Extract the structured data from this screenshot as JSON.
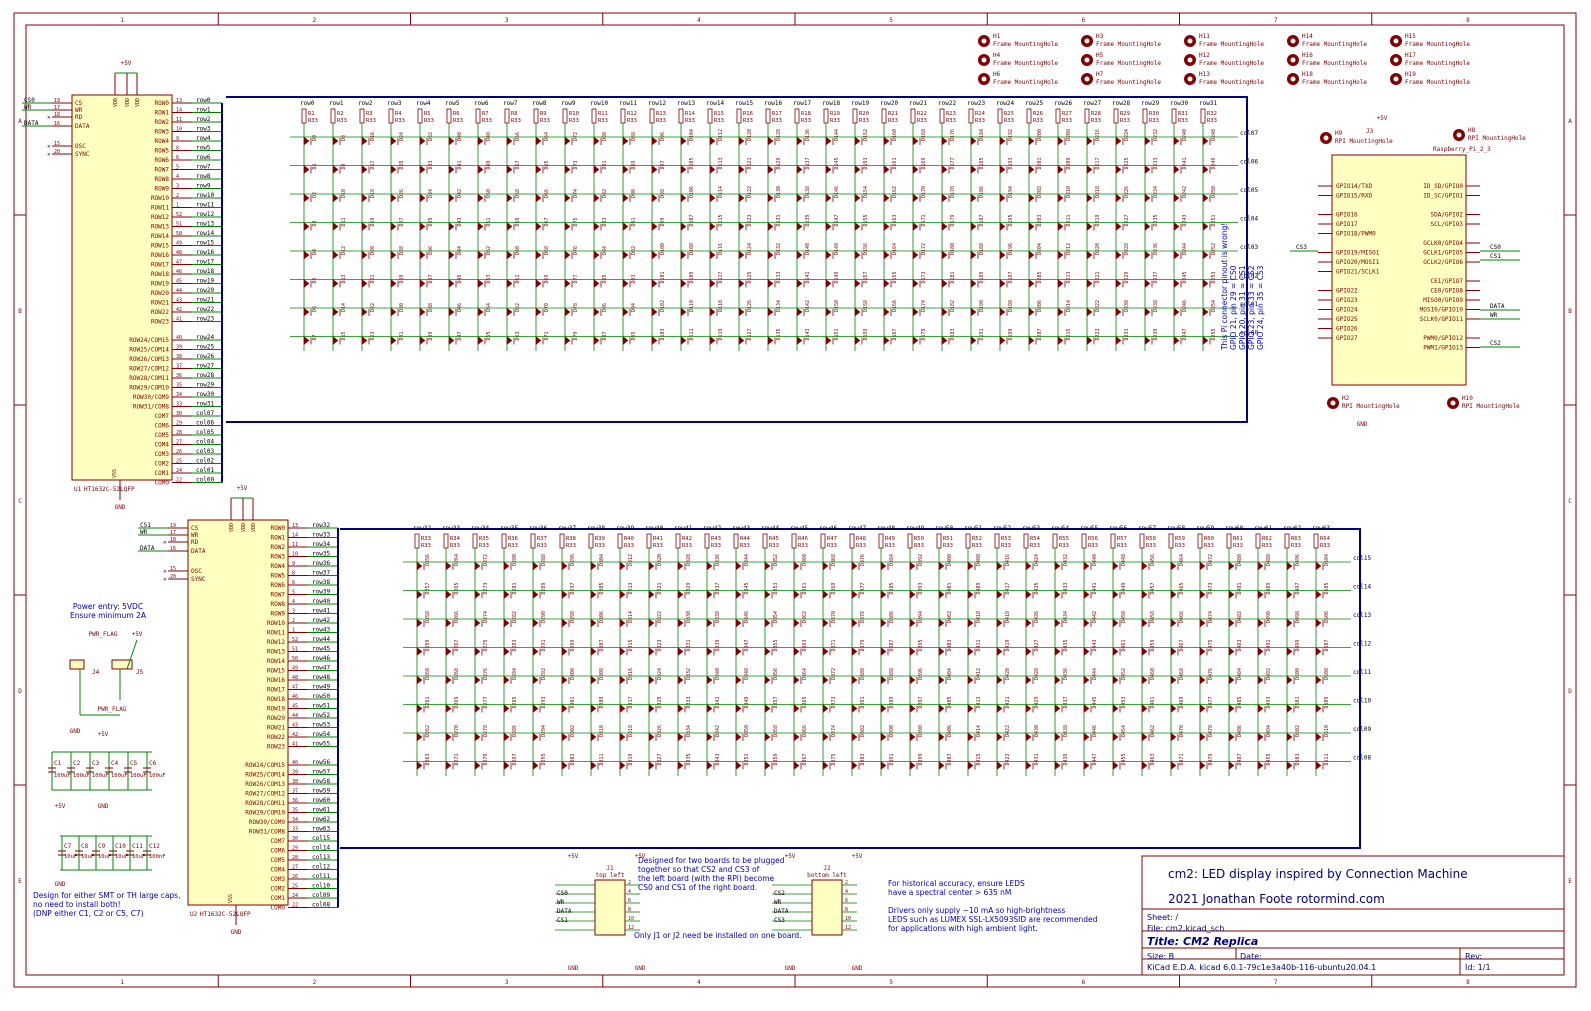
{
  "title_block": {
    "project_line": "cm2: LED display inspired by Connection Machine",
    "author_line": "2021 Jonathan Foote  rotormind.com",
    "sheet": "Sheet: /",
    "file": "File: cm2.kicad_sch",
    "title": "Title: CM2 Replica",
    "size": "Size: B",
    "date": "Date:",
    "rev": "Rev:",
    "tool": "KiCad E.D.A.  kicad 6.0.1-79c1e3a40b-116-ubuntu20.04.1",
    "id": "Id: 1/1"
  },
  "border": {
    "cols": [
      "1",
      "2",
      "3",
      "4",
      "5",
      "6",
      "7",
      "8"
    ],
    "rows": [
      "A",
      "B",
      "C",
      "D",
      "E"
    ]
  },
  "u1": {
    "ref": "U1",
    "value": "HT1632C-52LQFP",
    "left_pins": [
      [
        "CS",
        "19"
      ],
      [
        "WR",
        "17"
      ],
      [
        "RD",
        "18"
      ],
      [
        "DATA",
        "16"
      ],
      [
        "OSC",
        "15"
      ],
      [
        "SYNC",
        "20"
      ]
    ],
    "left_nets": [
      "CS0",
      "WR",
      "",
      "DATA",
      "",
      ""
    ],
    "row_pins": [
      "ROW0",
      "ROW1",
      "ROW2",
      "ROW3",
      "ROW4",
      "ROW5",
      "ROW6",
      "ROW7",
      "ROW8",
      "ROW9",
      "ROW10",
      "ROW11",
      "ROW12",
      "ROW13",
      "ROW14",
      "ROW15",
      "ROW16",
      "ROW17",
      "ROW18",
      "ROW19",
      "ROW20",
      "ROW21",
      "ROW22",
      "ROW23"
    ],
    "row_pin_nums": [
      "13",
      "14",
      "11",
      "10",
      "9",
      "8",
      "6",
      "5",
      "4",
      "3",
      "2",
      "1",
      "52",
      "51",
      "50",
      "49",
      "48",
      "47",
      "46",
      "45",
      "44",
      "43",
      "42",
      "41"
    ],
    "com_pins": [
      "ROW24/COM15",
      "ROW25/COM14",
      "ROW26/COM13",
      "ROW27/COM12",
      "ROW28/COM11",
      "ROW29/COM10",
      "ROW30/COM9",
      "ROW31/COM8",
      "COM7",
      "COM6",
      "COM5",
      "COM4",
      "COM3",
      "COM2",
      "COM1",
      "COM0"
    ],
    "com_pin_nums": [
      "40",
      "39",
      "38",
      "37",
      "36",
      "35",
      "34",
      "33",
      "30",
      "29",
      "28",
      "27",
      "26",
      "25",
      "24",
      "22"
    ],
    "com_nets": [
      "row24",
      "row25",
      "row26",
      "row27",
      "row28",
      "row29",
      "row30",
      "row31",
      "col07",
      "col06",
      "col05",
      "col04",
      "col03",
      "col02",
      "col01",
      "col00"
    ],
    "power_label": "+5V",
    "gnd_label": "GND",
    "vdd": "VDD",
    "vss": "VSS"
  },
  "u2": {
    "ref": "U2",
    "value": "HT1632C-52LQFP",
    "left_nets": [
      "CS1",
      "WR",
      "",
      "DATA",
      "",
      ""
    ],
    "com_nets": [
      "row56",
      "row57",
      "row58",
      "row59",
      "row60",
      "row61",
      "row62",
      "row63",
      "col15",
      "col14",
      "col13",
      "col12",
      "col11",
      "col10",
      "col09",
      "col08"
    ],
    "power_label": "+5V",
    "gnd_label": "GND"
  },
  "matrix1": {
    "row_start": 0,
    "res_start": 1,
    "diode_start": 0,
    "cols": [
      "col07",
      "col06",
      "col05",
      "col04",
      "col03",
      "col02",
      "col01",
      "col00"
    ],
    "res_value": "R33"
  },
  "matrix2": {
    "row_start": 32,
    "res_start": 33,
    "diode_start": 256,
    "cols": [
      "col15",
      "col14",
      "col13",
      "col12",
      "col11",
      "col10",
      "col09",
      "col08"
    ],
    "res_value": "R33"
  },
  "mounting_holes": [
    {
      "ref": "H1",
      "val": "Frame MountingHole"
    },
    {
      "ref": "H3",
      "val": "Frame MountingHole"
    },
    {
      "ref": "H11",
      "val": "Frame MountingHole"
    },
    {
      "ref": "H14",
      "val": "Frame MountingHole"
    },
    {
      "ref": "H15",
      "val": "Frame MountingHole"
    },
    {
      "ref": "H4",
      "val": "Frame MountingHole"
    },
    {
      "ref": "H5",
      "val": "Frame MountingHole"
    },
    {
      "ref": "H12",
      "val": "Frame MountingHole"
    },
    {
      "ref": "H16",
      "val": "Frame MountingHole"
    },
    {
      "ref": "H17",
      "val": "Frame MountingHole"
    },
    {
      "ref": "H6",
      "val": "Frame MountingHole"
    },
    {
      "ref": "H7",
      "val": "Frame MountingHole"
    },
    {
      "ref": "H13",
      "val": "Frame MountingHole"
    },
    {
      "ref": "H18",
      "val": "Frame MountingHole"
    },
    {
      "ref": "H19",
      "val": "Frame MountingHole"
    }
  ],
  "rpi_holes": [
    {
      "ref": "H9",
      "val": "RPI MountingHole"
    },
    {
      "ref": "H8",
      "val": "RPI MountingHole"
    },
    {
      "ref": "H2",
      "val": "RPI MountingHole"
    },
    {
      "ref": "H10",
      "val": "RPI MountingHole"
    }
  ],
  "j3": {
    "ref": "J3",
    "value": "Raspberry_Pi_2_3",
    "power": "+5V",
    "gnd": "GND",
    "left": [
      "GPIO14/TXD",
      "GPIO15/RXD",
      "",
      "GPIO16",
      "GPIO17",
      "GPIO18/PWM0",
      "",
      "GPIO19/MISO1",
      "GPIO20/MOSI1",
      "GPIO21/SCLK1",
      "",
      "GPIO22",
      "GPIO23",
      "GPIO24",
      "GPIO25",
      "GPIO26",
      "GPIO27"
    ],
    "right": [
      "ID_SD/GPIO0",
      "ID_SC/GPIO1",
      "",
      "SDA/GPIO2",
      "SCL/GPIO3",
      "",
      "GCLK0/GPIO4",
      "GCLK1/GPIO5",
      "GCLK2/GPIO6",
      "",
      "CE1/GPIO7",
      "CE0/GPIO8",
      "MISO0/GPIO9",
      "MOSI0/GPIO10",
      "SCLK0/GPIO11",
      "",
      "PWM0/GPIO12",
      "PWM1/GPIO13"
    ],
    "nets": {
      "cs3": "CS3",
      "cs0": "CS0",
      "cs1": "CS1",
      "data": "DATA",
      "wr": "WR",
      "cs2": "CS2"
    }
  },
  "rpi_note": "This Pi connector pinout is wrong!\nGPIO 21, pin 29 = CS0\nGPIO 20, pin 31 = CS1\nGPIO 23, pin 33 = CS2\nGPIO 24, pin 35 = CS3",
  "power": {
    "note": "Power entry: 5VDC\nEnsure minimum 2A",
    "flag": "PWR_FLAG",
    "plus5": "+5V",
    "gnd": "GND",
    "j4": "J4",
    "j5": "J5",
    "caps": [
      {
        "ref": "C1",
        "val": "100uF"
      },
      {
        "ref": "C2",
        "val": "100uF"
      },
      {
        "ref": "C3",
        "val": "100uF"
      },
      {
        "ref": "C4",
        "val": "100uF"
      },
      {
        "ref": "C5",
        "val": "100uF"
      },
      {
        "ref": "C6",
        "val": "100uF"
      }
    ],
    "caps2": [
      {
        "ref": "C7",
        "val": "10uF"
      },
      {
        "ref": "C8",
        "val": "10uF"
      },
      {
        "ref": "C9",
        "val": "10uF"
      },
      {
        "ref": "C10",
        "val": "10uF"
      },
      {
        "ref": "C11",
        "val": "10uF"
      },
      {
        "ref": "C12",
        "val": "100nF"
      }
    ],
    "cap_note": "Design for either SMT or TH large caps,\nno need to install both!\n(DNP either C1, C2 or C5, C7)"
  },
  "connectors": {
    "j1": {
      "ref": "J1",
      "title": "top left",
      "nets": [
        "CS0",
        "WR",
        "DATA",
        "CS1"
      ]
    },
    "j2": {
      "ref": "J2",
      "title": "bottom left",
      "nets": [
        "CS2",
        "WR",
        "DATA",
        "CS3"
      ]
    },
    "note1": "Designed for two boards to be plugged\ntogether so that CS2 and CS3 of\nthe left board (with the RPi) become\nCS0 and CS1 of the right board.",
    "note2": "Only J1 or J2 need be installed on one board.",
    "plus5": "+5V",
    "gnd": "GND"
  },
  "led_note": "For historical accuracy, ensure LEDS\nhave a spectral center > 635 nM\n\nDrivers only supply ~10 mA so high-brightness\nLEDS such as LUMEX SSL-LX5093SID are recommended\nfor applications with high ambient light."
}
